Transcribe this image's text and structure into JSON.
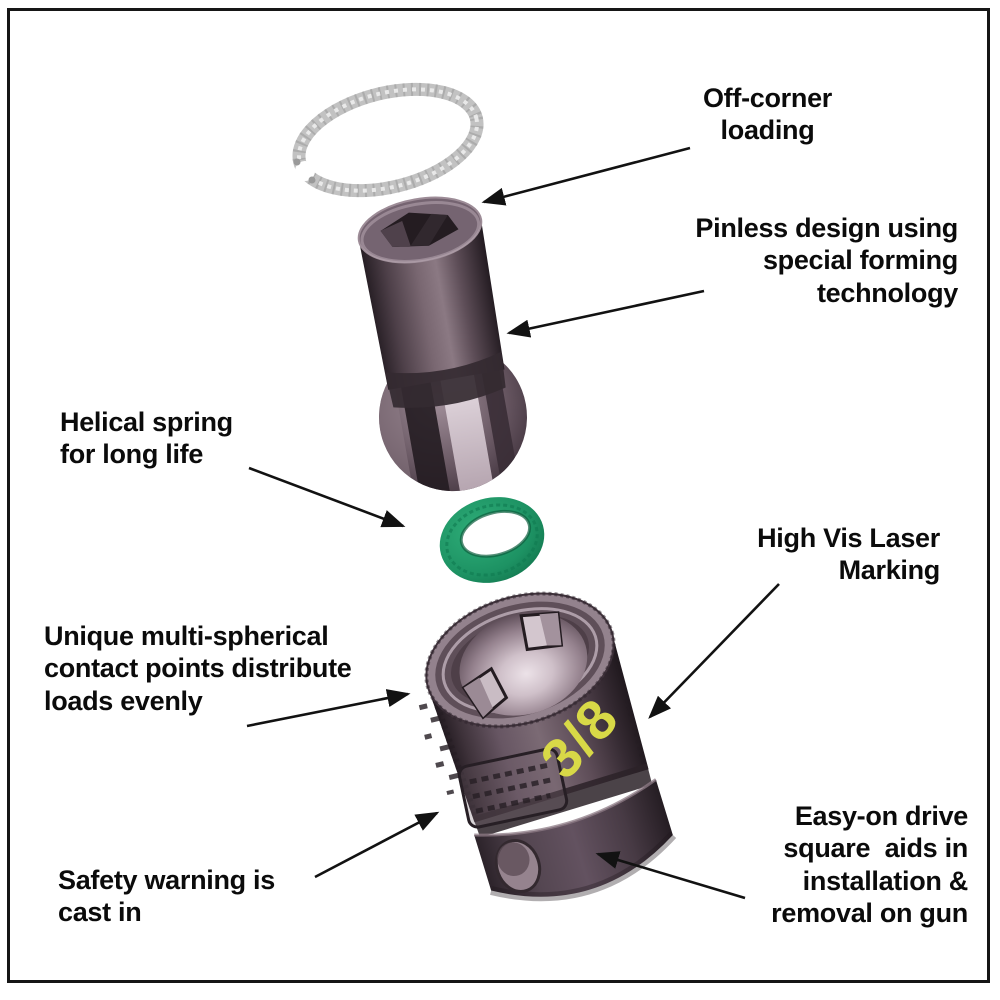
{
  "diagram": {
    "labels": {
      "off_corner": "Off-corner\nloading",
      "pinless": "Pinless design using\nspecial forming\ntechnology",
      "helical_spring": "Helical spring\nfor long life",
      "high_vis": "High Vis Laser\nMarking",
      "contact_points": "Unique multi-spherical\ncontact points distribute\nloads evenly",
      "safety_warning": "Safety warning is\ncast in",
      "easy_on": "Easy-on drive\nsquare  aids in\ninstallation &\nremoval on gun"
    },
    "marking": {
      "text": "3/8",
      "color": "#d8d947"
    },
    "colors": {
      "metal_body": "#5f4f59",
      "metal_highlight": "#cfc0c9",
      "spring_green": "#1d9263",
      "ring_silver": "#c2c2c2",
      "annotation_text": "#0b0b0b",
      "background": "#ffffff",
      "frame_border": "#161616"
    }
  }
}
